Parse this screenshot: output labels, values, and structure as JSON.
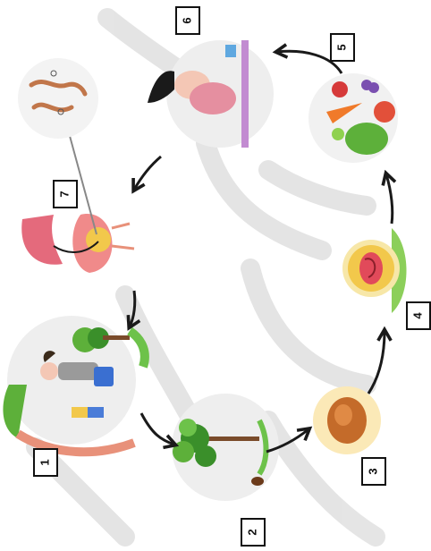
{
  "diagram": {
    "steps": [
      {
        "number": "1",
        "icon": "person-defecating-near-tree-icon"
      },
      {
        "number": "2",
        "icon": "tree-with-feces-icon"
      },
      {
        "number": "3",
        "icon": "egg-in-soil-icon"
      },
      {
        "number": "4",
        "icon": "larva-developing-in-egg-icon"
      },
      {
        "number": "5",
        "icon": "contaminated-fruits-vegetables-icon"
      },
      {
        "number": "6",
        "icon": "girl-eating-food-icon"
      },
      {
        "number": "7",
        "icon": "intestine-with-worms-icon"
      }
    ],
    "inset_icon": "roundworms-magnified-icon",
    "colors": {
      "arrow": "#1a1a1a",
      "watermark": "#cfcfcf",
      "plant_green": "#5db03a",
      "skin_pink": "#e58fa0",
      "soil_brown": "#b86a2a",
      "egg_yellow": "#f2c84b"
    }
  }
}
